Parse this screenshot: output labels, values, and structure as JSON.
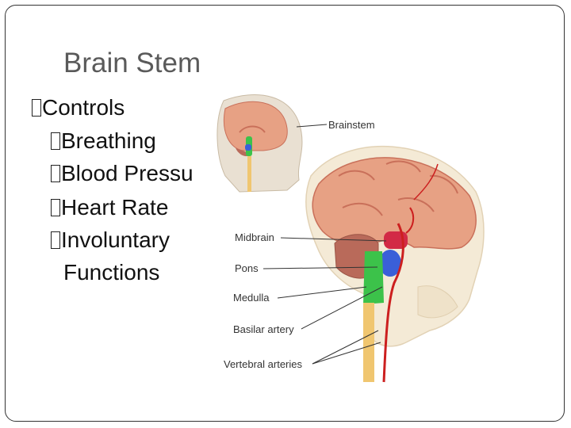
{
  "slide": {
    "title": "Brain Stem",
    "bullet_glyph": "",
    "bullets": {
      "controls": "Controls",
      "breathing": "Breathing",
      "blood_pressure": "Blood Pressu",
      "heart_rate": "Heart Rate",
      "involuntary": "Involuntary",
      "functions": "Functions"
    }
  },
  "figure": {
    "labels": {
      "brainstem": "Brainstem",
      "midbrain": "Midbrain",
      "pons": "Pons",
      "medulla": "Medulla",
      "basilar": "Basilar artery",
      "vertebral": "Vertebral arteries"
    },
    "colors": {
      "brain": "#e7a184",
      "brain_dark": "#c9705a",
      "skull": "#f4ead6",
      "midbrain": "#d22a46",
      "pons": "#3a5fd8",
      "medulla": "#3cc24a",
      "cerebellum": "#b96a5a",
      "artery": "#cc1f1f",
      "spinal_cord": "#f0c670"
    }
  }
}
